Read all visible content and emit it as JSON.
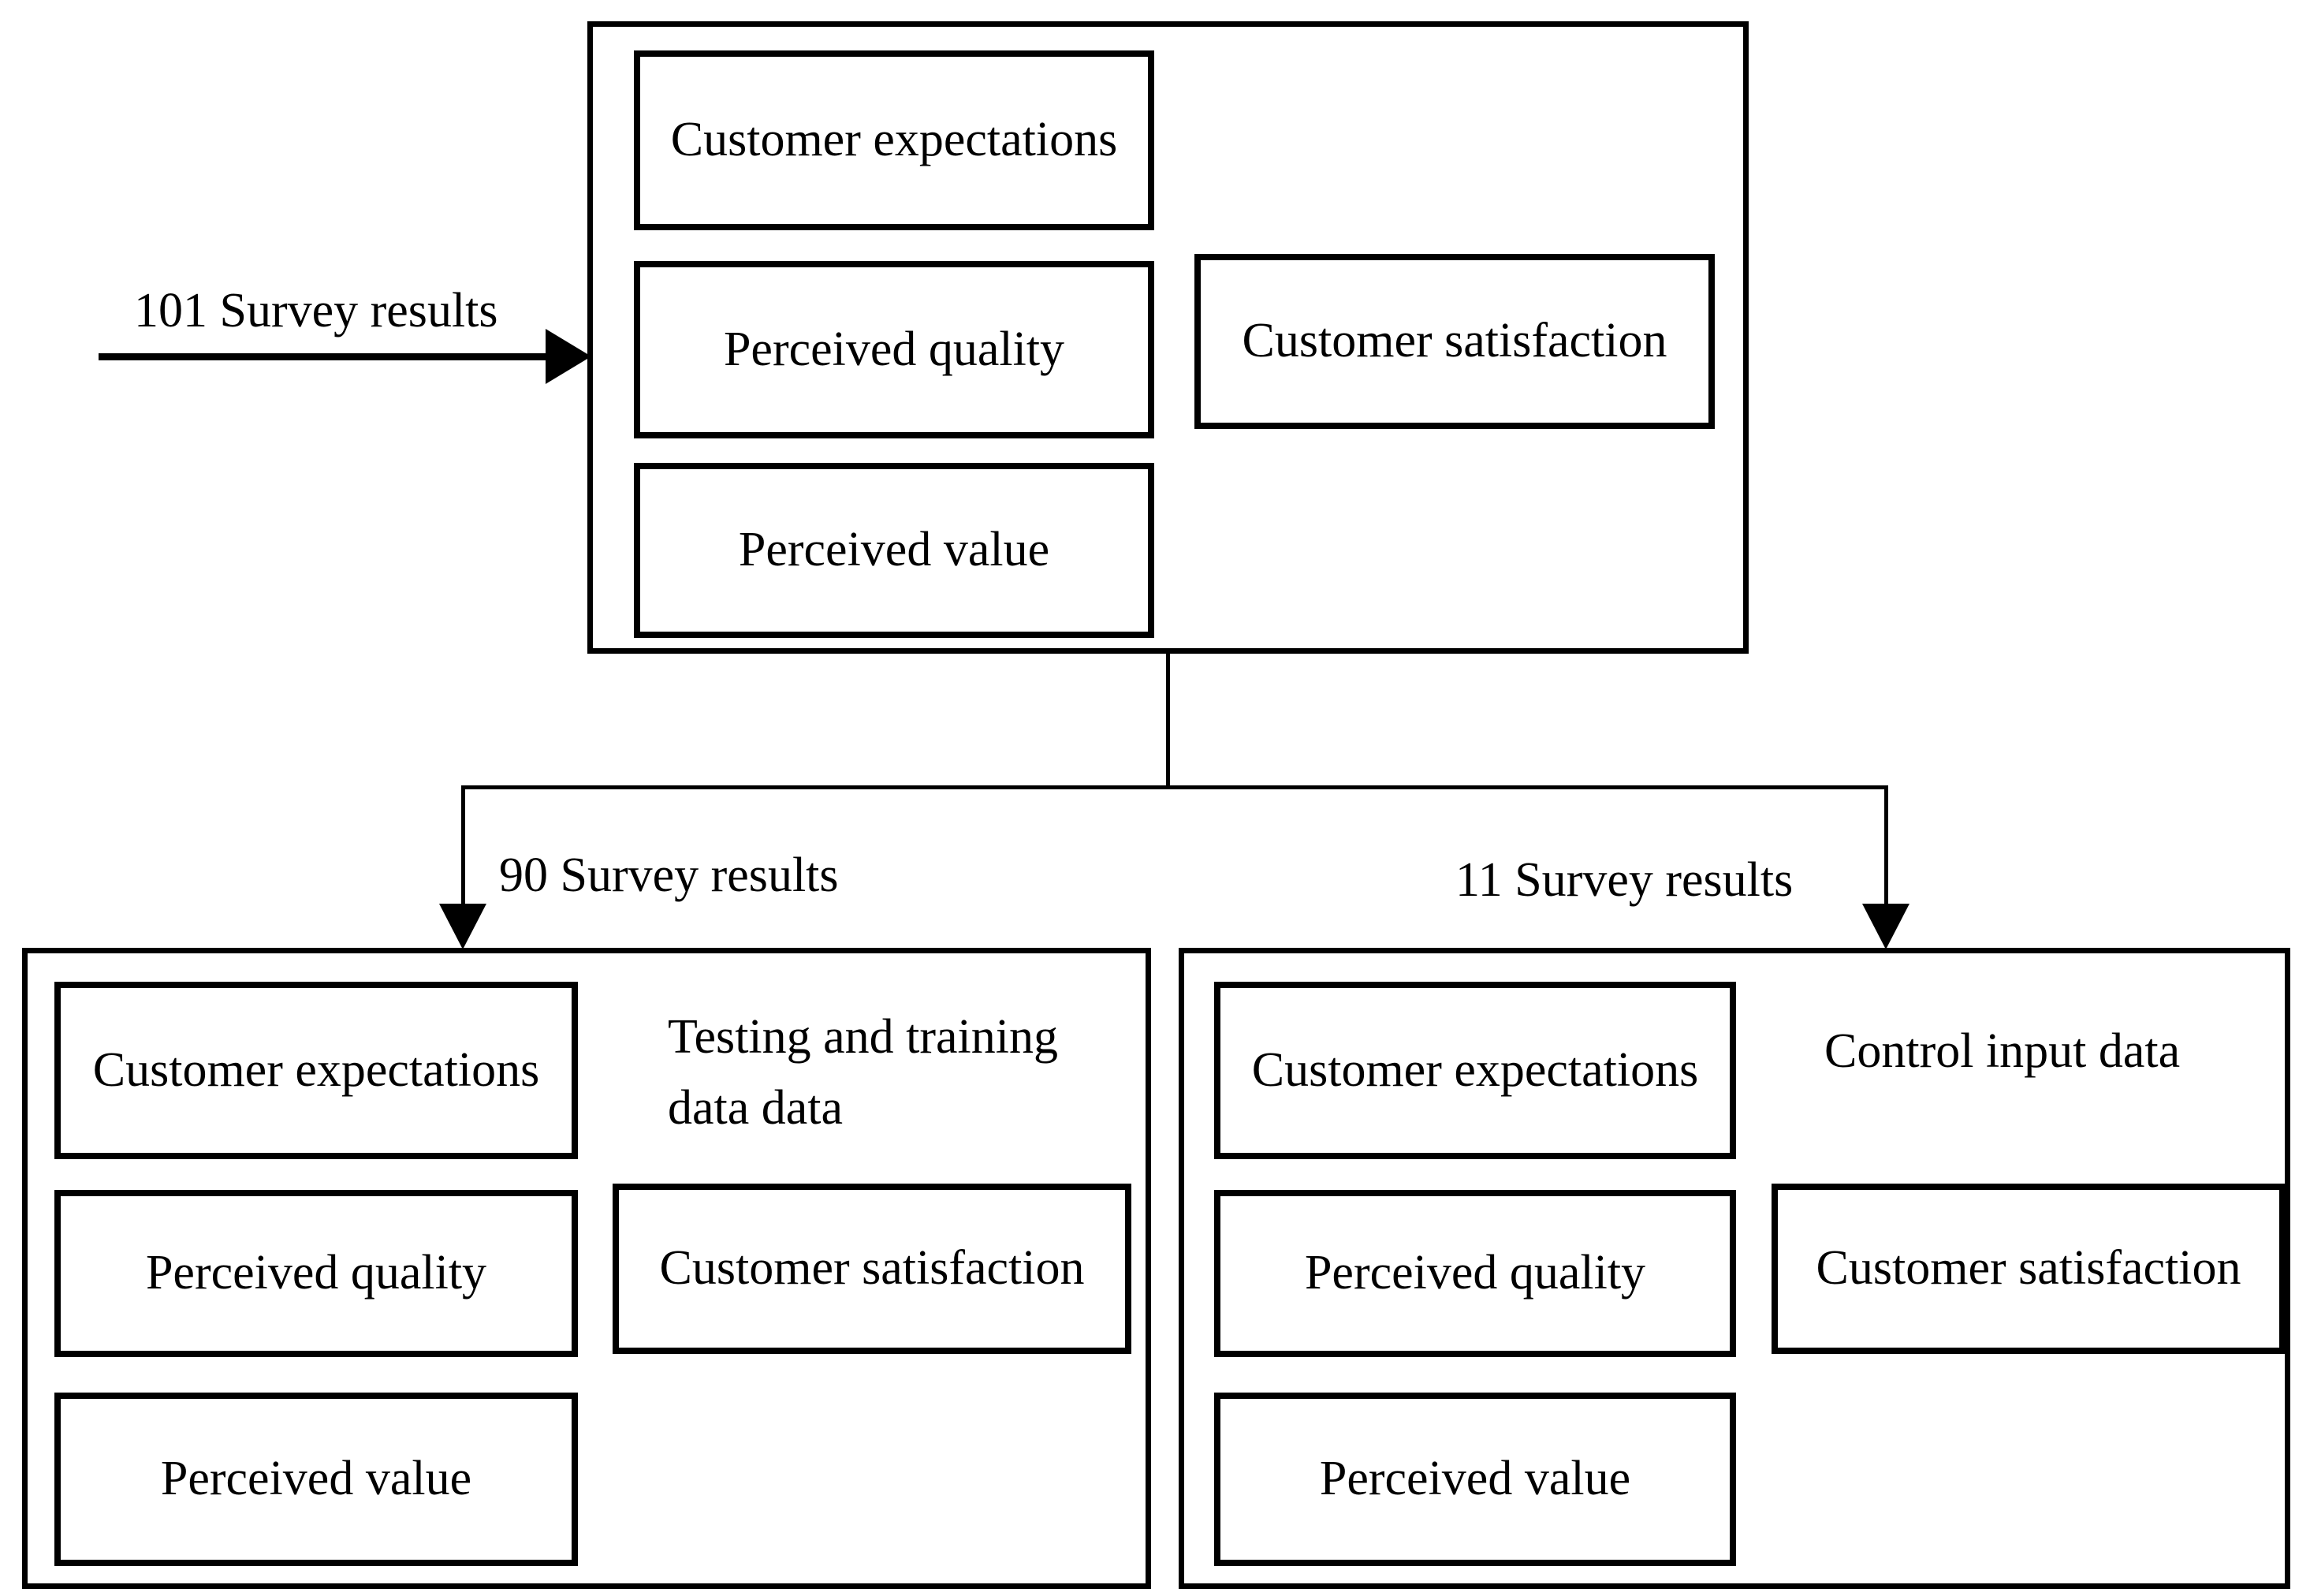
{
  "diagram": {
    "background_color": "#ffffff",
    "line_color": "#000000",
    "input_arrow": {
      "label": "101 Survey results"
    },
    "branches": {
      "left_label": "90 Survey results",
      "right_label": "11 Survey results"
    },
    "top_group": {
      "customer_expectations": "Customer expectations",
      "perceived_quality": "Perceived quality",
      "perceived_value": "Perceived value",
      "customer_satisfaction": "Customer satisfaction"
    },
    "left_group": {
      "caption": "Testing and training data data",
      "customer_expectations": "Customer expectations",
      "perceived_quality": "Perceived quality",
      "perceived_value": "Perceived value",
      "customer_satisfaction": "Customer satisfaction"
    },
    "right_group": {
      "caption": "Control input data",
      "customer_expectations": "Customer expectations",
      "perceived_quality": "Perceived quality",
      "perceived_value": "Perceived value",
      "customer_satisfaction": "Customer satisfaction"
    }
  }
}
